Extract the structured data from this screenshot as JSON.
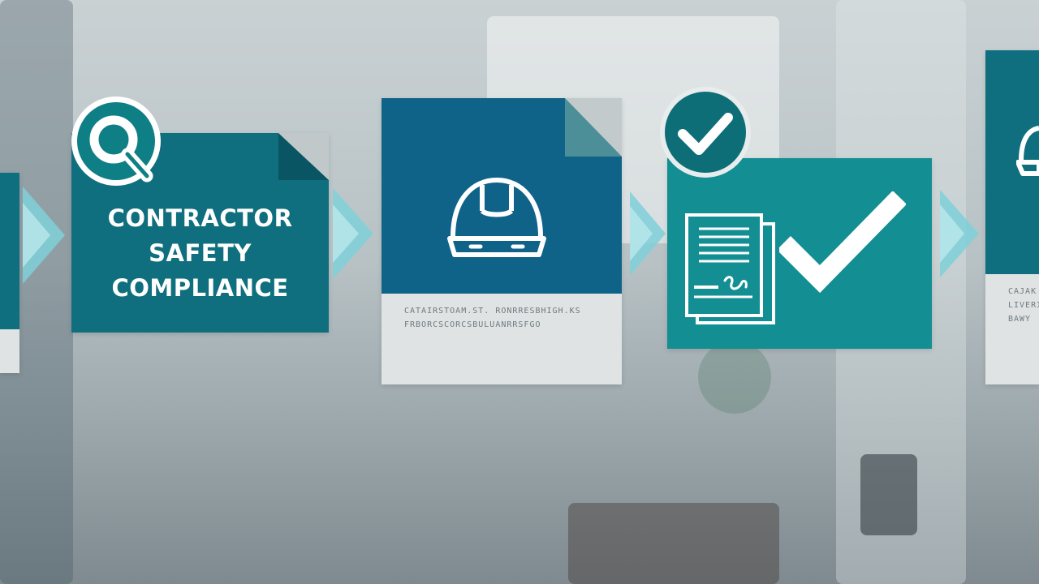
{
  "process": {
    "main_card": {
      "title_lines": [
        "CONTRACTOR",
        "SAFETY",
        "COMPLIANCE"
      ]
    },
    "helmet_card": {
      "caption_lines": [
        "CATAIRSTOAM.ST. RONRRESBHIGH.KS",
        "FRBORCSCORCSBULUANRRSFGO"
      ]
    },
    "edge_card": {
      "caption_lines": [
        "CAJAK",
        "LIVERI",
        "BAWY"
      ]
    }
  },
  "icons": [
    "search-badge-icon",
    "helmet-icon",
    "checkmark-badge-icon",
    "document-stack-icon",
    "large-checkmark-icon",
    "helmet-icon"
  ],
  "colors": {
    "teal_dark": "#106f7e",
    "blue": "#0f6388",
    "teal": "#138e93",
    "arrow": "#7fd0d8"
  }
}
